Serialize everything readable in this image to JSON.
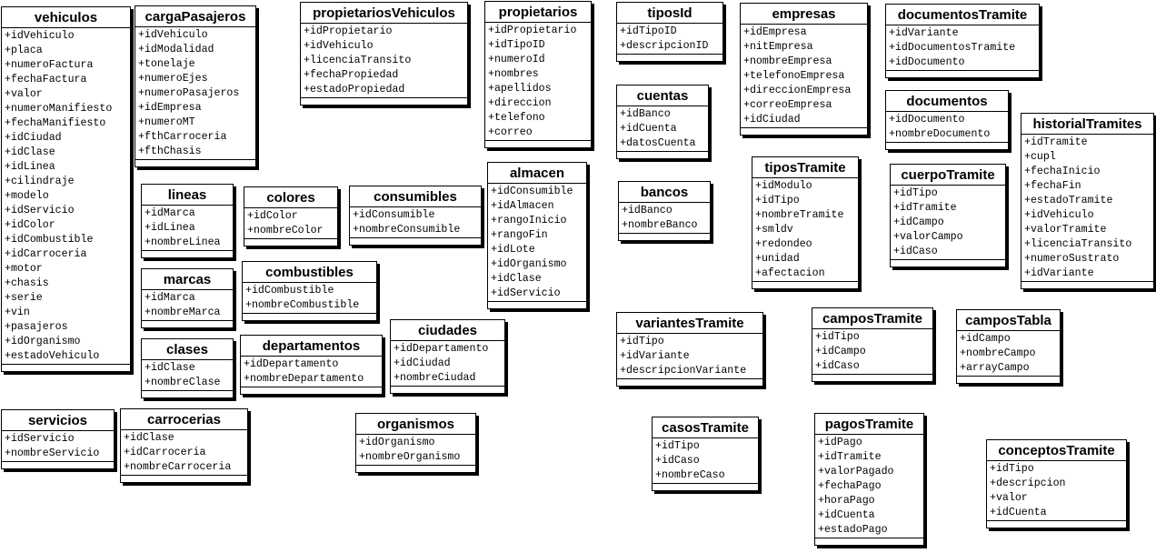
{
  "diagram_title": "",
  "classes": [
    {
      "id": "vehiculos",
      "name": "vehiculos",
      "attributes": [
        "+idVehiculo",
        "+placa",
        "+numeroFactura",
        "+fechaFactura",
        "+valor",
        "+numeroManifiesto",
        "+fechaManifiesto",
        "+idCiudad",
        "+idClase",
        "+idLinea",
        "+cilindraje",
        "+modelo",
        "+idServicio",
        "+idColor",
        "+idCombustible",
        "+idCarroceria",
        "+motor",
        "+chasis",
        "+serie",
        "+vin",
        "+pasajeros",
        "+idOrganismo",
        "+estadoVehiculo"
      ]
    },
    {
      "id": "cargaPasajeros",
      "name": "cargaPasajeros",
      "attributes": [
        "+idVehiculo",
        "+idModalidad",
        "+tonelaje",
        "+numeroEjes",
        "+numeroPasajeros",
        "+idEmpresa",
        "+numeroMT",
        "+fthCarroceria",
        "+fthChasis"
      ]
    },
    {
      "id": "propietariosVehiculos",
      "name": "propietariosVehiculos",
      "attributes": [
        "+idPropietario",
        "+idVehiculo",
        "+licenciaTransito",
        "+fechaPropiedad",
        "+estadoPropiedad"
      ]
    },
    {
      "id": "propietarios",
      "name": "propietarios",
      "attributes": [
        "+idPropietario",
        "+idTipoID",
        "+numeroId",
        "+nombres",
        "+apellidos",
        "+direccion",
        "+telefono",
        "+correo"
      ]
    },
    {
      "id": "tiposId",
      "name": "tiposId",
      "attributes": [
        "+idTipoID",
        "+descripcionID"
      ]
    },
    {
      "id": "empresas",
      "name": "empresas",
      "attributes": [
        "+idEmpresa",
        "+nitEmpresa",
        "+nombreEmpresa",
        "+telefonoEmpresa",
        "+direccionEmpresa",
        "+correoEmpresa",
        "+idCiudad"
      ]
    },
    {
      "id": "documentosTramite",
      "name": "documentosTramite",
      "attributes": [
        "+idVariante",
        "+idDocumentosTramite",
        "+idDocumento"
      ]
    },
    {
      "id": "cuentas",
      "name": "cuentas",
      "attributes": [
        "+idBanco",
        "+idCuenta",
        "+datosCuenta"
      ]
    },
    {
      "id": "documentos",
      "name": "documentos",
      "attributes": [
        "+idDocumento",
        "+nombreDocumento"
      ]
    },
    {
      "id": "historialTramites",
      "name": "historialTramites",
      "attributes": [
        "+idTramite",
        "+cupl",
        "+fechaInicio",
        "+fechaFin",
        "+estadoTramite",
        "+idVehiculo",
        "+valorTramite",
        "+licenciaTransito",
        "+numeroSustrato",
        "+idVariante"
      ]
    },
    {
      "id": "tiposTramite",
      "name": "tiposTramite",
      "attributes": [
        "+idModulo",
        "+idTipo",
        "+nombreTramite",
        "+smldv",
        "+redondeo",
        "+unidad",
        "+afectacion"
      ]
    },
    {
      "id": "cuerpoTramite",
      "name": "cuerpoTramite",
      "attributes": [
        "+idTipo",
        "+idTramite",
        "+idCampo",
        "+valorCampo",
        "+idCaso"
      ]
    },
    {
      "id": "almacen",
      "name": "almacen",
      "attributes": [
        "+idConsumible",
        "+idAlmacen",
        "+rangoInicio",
        "+rangoFin",
        "+idLote",
        "+idOrganismo",
        "+idClase",
        "+idServicio"
      ]
    },
    {
      "id": "bancos",
      "name": "bancos",
      "attributes": [
        "+idBanco",
        "+nombreBanco"
      ]
    },
    {
      "id": "lineas",
      "name": "lineas",
      "attributes": [
        "+idMarca",
        "+idLinea",
        "+nombreLinea"
      ]
    },
    {
      "id": "colores",
      "name": "colores",
      "attributes": [
        "+idColor",
        "+nombreColor"
      ]
    },
    {
      "id": "consumibles",
      "name": "consumibles",
      "attributes": [
        "+idConsumible",
        "+nombreConsumible"
      ]
    },
    {
      "id": "marcas",
      "name": "marcas",
      "attributes": [
        "+idMarca",
        "+nombreMarca"
      ]
    },
    {
      "id": "combustibles",
      "name": "combustibles",
      "attributes": [
        "+idCombustible",
        "+nombreCombustible"
      ]
    },
    {
      "id": "clases",
      "name": "clases",
      "attributes": [
        "+idClase",
        "+nombreClase"
      ]
    },
    {
      "id": "departamentos",
      "name": "departamentos",
      "attributes": [
        "+idDepartamento",
        "+nombreDepartamento"
      ]
    },
    {
      "id": "ciudades",
      "name": "ciudades",
      "attributes": [
        "+idDepartamento",
        "+idCiudad",
        "+nombreCiudad"
      ]
    },
    {
      "id": "variantesTramite",
      "name": "variantesTramite",
      "attributes": [
        "+idTipo",
        "+idVariante",
        "+descripcionVariante"
      ]
    },
    {
      "id": "camposTramite",
      "name": "camposTramite",
      "attributes": [
        "+idTipo",
        "+idCampo",
        "+idCaso"
      ]
    },
    {
      "id": "camposTabla",
      "name": "camposTabla",
      "attributes": [
        "+idCampo",
        "+nombreCampo",
        "+arrayCampo"
      ]
    },
    {
      "id": "servicios",
      "name": "servicios",
      "attributes": [
        "+idServicio",
        "+nombreServicio"
      ]
    },
    {
      "id": "carrocerias",
      "name": "carrocerias",
      "attributes": [
        "+idClase",
        "+idCarroceria",
        "+nombreCarroceria"
      ]
    },
    {
      "id": "organismos",
      "name": "organismos",
      "attributes": [
        "+idOrganismo",
        "+nombreOrganismo"
      ]
    },
    {
      "id": "casosTramite",
      "name": "casosTramite",
      "attributes": [
        "+idTipo",
        "+idCaso",
        "+nombreCaso"
      ]
    },
    {
      "id": "pagosTramite",
      "name": "pagosTramite",
      "attributes": [
        "+idPago",
        "+idTramite",
        "+valorPagado",
        "+fechaPago",
        "+horaPago",
        "+idCuenta",
        "+estadoPago"
      ]
    },
    {
      "id": "conceptosTramite",
      "name": "conceptosTramite",
      "attributes": [
        "+idTipo",
        "+descripcion",
        "+valor",
        "+idCuenta"
      ]
    }
  ]
}
